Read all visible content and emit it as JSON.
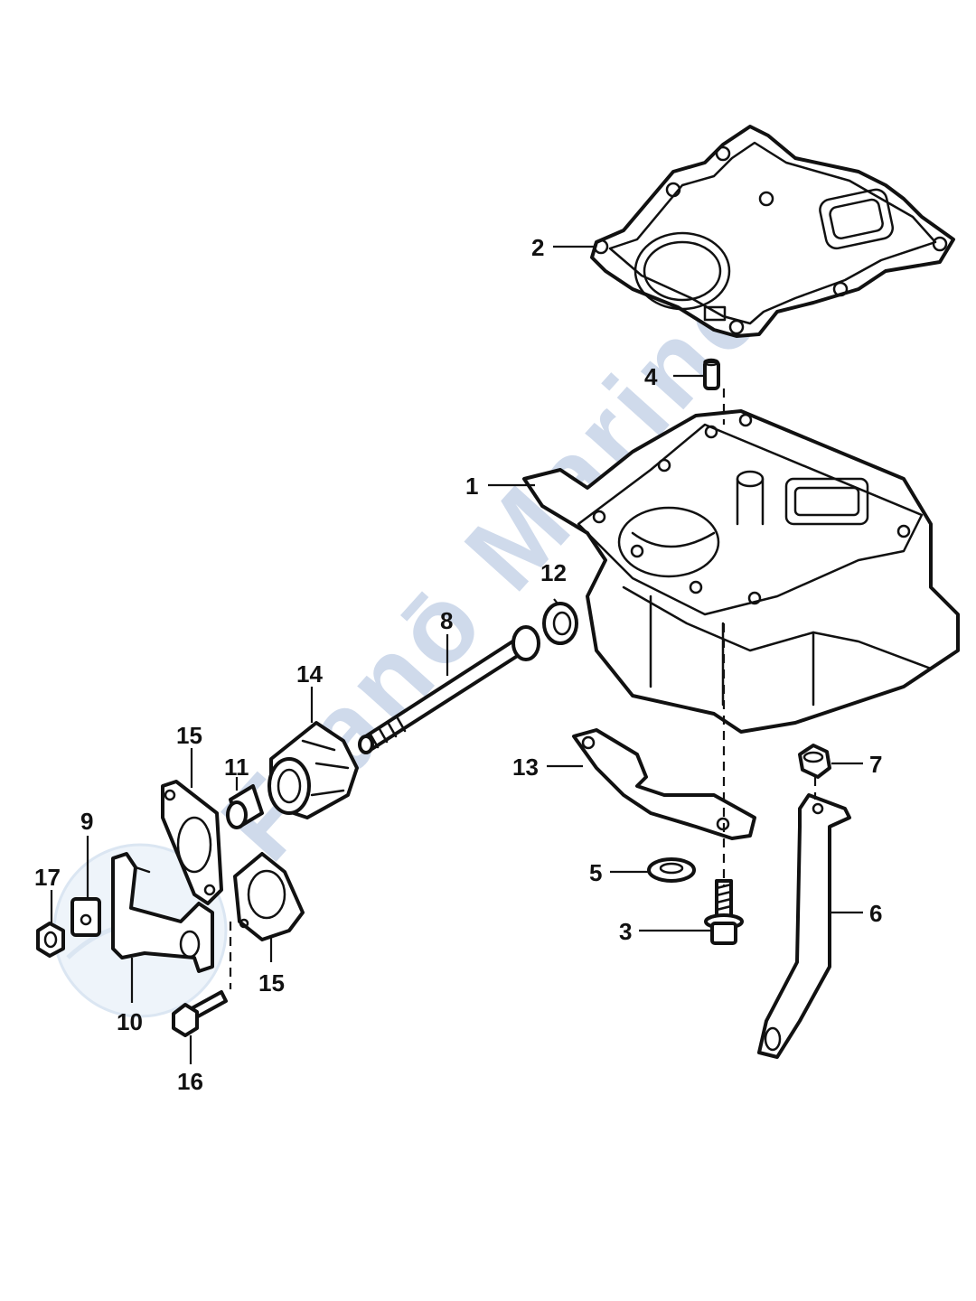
{
  "callouts": [
    {
      "id": "c1",
      "label": "1"
    },
    {
      "id": "c2",
      "label": "2"
    },
    {
      "id": "c3",
      "label": "3"
    },
    {
      "id": "c4",
      "label": "4"
    },
    {
      "id": "c5",
      "label": "5"
    },
    {
      "id": "c6",
      "label": "6"
    },
    {
      "id": "c7",
      "label": "7"
    },
    {
      "id": "c8",
      "label": "8"
    },
    {
      "id": "c9",
      "label": "9"
    },
    {
      "id": "c10",
      "label": "10"
    },
    {
      "id": "c11",
      "label": "11"
    },
    {
      "id": "c12",
      "label": "12"
    },
    {
      "id": "c13",
      "label": "13"
    },
    {
      "id": "c14",
      "label": "14"
    },
    {
      "id": "c15a",
      "label": "15"
    },
    {
      "id": "c15b",
      "label": "15"
    },
    {
      "id": "c16",
      "label": "16"
    },
    {
      "id": "c17",
      "label": "17"
    }
  ],
  "watermark": {
    "text": "Franō Marine",
    "color": "#6c8fc4"
  },
  "colors": {
    "line": "#111111",
    "background": "#ffffff"
  }
}
